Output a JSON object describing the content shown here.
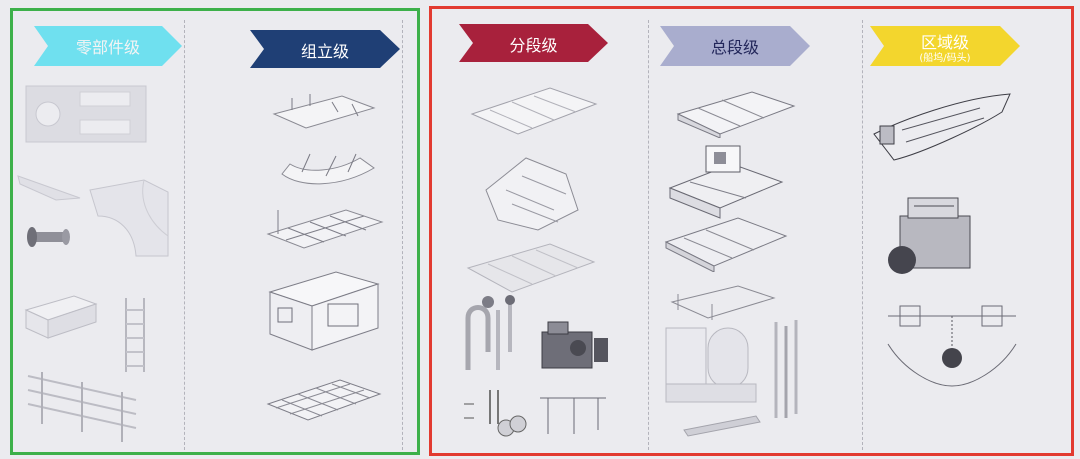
{
  "stages": [
    {
      "label": "零部件级",
      "color": "#6fe0ef",
      "text_color": "#f4f4f4"
    },
    {
      "label": "组立级",
      "color": "#1f3f75",
      "text_color": "#ffffff"
    },
    {
      "label": "分段级",
      "color": "#a8213c",
      "text_color": "#ffffff"
    },
    {
      "label": "总段级",
      "color": "#a9adce",
      "text_color": "#22265a"
    },
    {
      "label": "区域级",
      "sublabel": "(船坞/码头)",
      "color": "#f3d62d",
      "text_color": "#ffffff"
    }
  ],
  "group_colors": {
    "left": "#3db04a",
    "right": "#e23a30"
  }
}
